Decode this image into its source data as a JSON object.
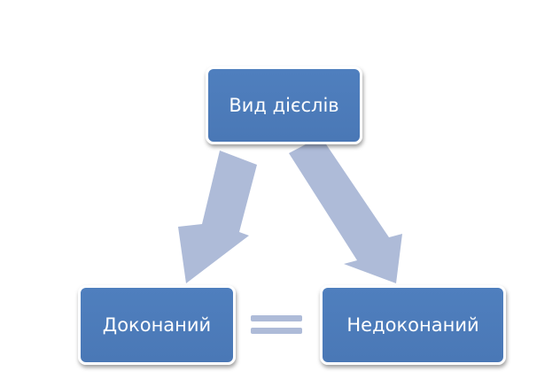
{
  "diagram": {
    "root": {
      "label": "Вид дієслів"
    },
    "children": [
      {
        "label": "Доконаний"
      },
      {
        "label": "Недоконаний"
      }
    ],
    "relation_symbol": "equals",
    "colors": {
      "box_fill": "#4f7fbe",
      "box_border": "#ffffff",
      "box_text": "#ffffff",
      "arrow_fill": "#aebbd8"
    }
  }
}
